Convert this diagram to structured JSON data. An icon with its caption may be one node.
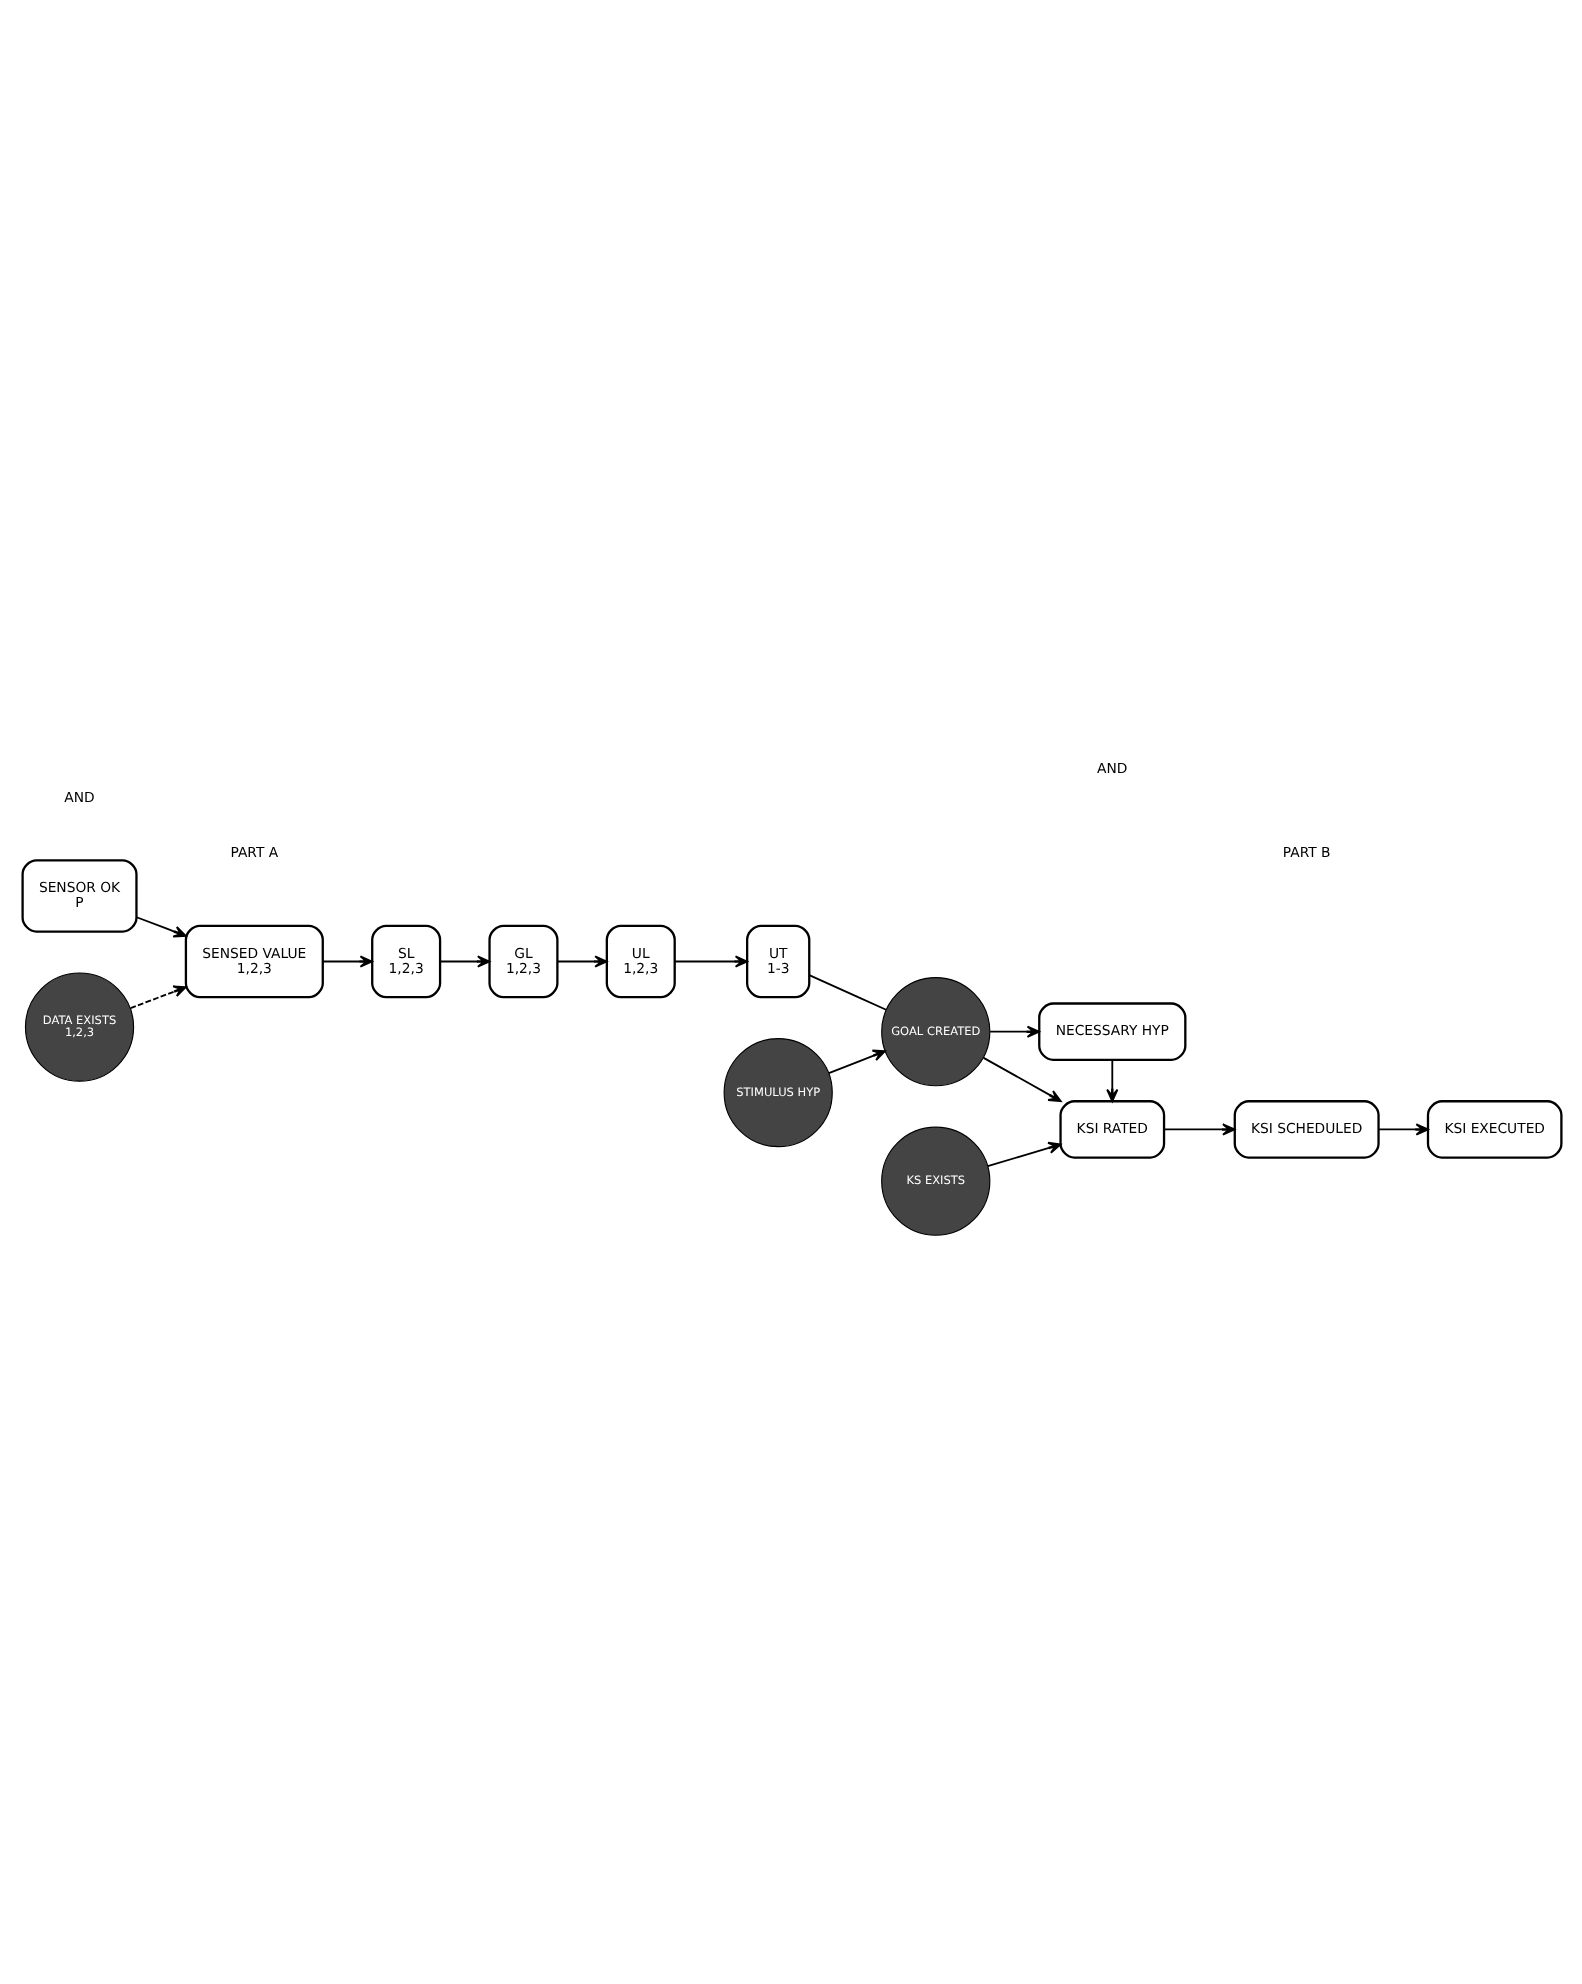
{
  "diagram": {
    "nodes": [
      {
        "text": [
          "SENSOR OK",
          "P"
        ]
      },
      {
        "text": [
          "DATA EXISTS",
          "1,2,3"
        ]
      },
      {
        "text": [
          "SENSED VALUE",
          "1,2,3"
        ]
      },
      {
        "text": [
          "SL",
          "1,2,3"
        ]
      },
      {
        "text": [
          "GL",
          "1,2,3"
        ]
      },
      {
        "text": [
          "UL",
          "1,2,3"
        ]
      },
      {
        "text": [
          "UT",
          "1-3"
        ]
      },
      {
        "text": [
          "STIMULUS HYP"
        ]
      },
      {
        "text": [
          "GOAL CREATED"
        ]
      },
      {
        "text": [
          "KS EXISTS"
        ]
      },
      {
        "text": [
          "KSI RATED"
        ]
      },
      {
        "text": [
          "KSI SCHEDULED"
        ]
      },
      {
        "text": [
          "KSI EXECUTED"
        ]
      },
      {
        "text": [
          "NECESSARY HYP"
        ]
      }
    ],
    "edges": [
      {
        "from": 0,
        "to": 2,
        "arrow": "to"
      },
      {
        "from": 1,
        "to": 2,
        "arrow": "to",
        "style": "dashed"
      },
      {
        "from": 2,
        "to": 3,
        "arrow": "to"
      },
      {
        "from": 3,
        "to": 4,
        "arrow": "to"
      },
      {
        "from": 4,
        "to": 5,
        "arrow": "to"
      },
      {
        "from": 5,
        "to": 6,
        "arrow": "to"
      },
      {
        "from": 6,
        "to": 8,
        "arrow": "none"
      },
      {
        "from": 7,
        "to": 8,
        "arrow": "to"
      },
      {
        "from": 8,
        "to": 13,
        "arrow": "to"
      },
      {
        "from": 8,
        "to": 10,
        "arrow": "to"
      },
      {
        "from": 9,
        "to": 10,
        "arrow": "to"
      },
      {
        "from": 13,
        "to": 10,
        "arrow": "to"
      },
      {
        "from": 10,
        "to": 11,
        "arrow": "to"
      },
      {
        "from": 11,
        "to": 12,
        "arrow": "to"
      }
    ],
    "labels": [
      "AND",
      "PART A",
      "AND",
      "PART B"
    ]
  }
}
